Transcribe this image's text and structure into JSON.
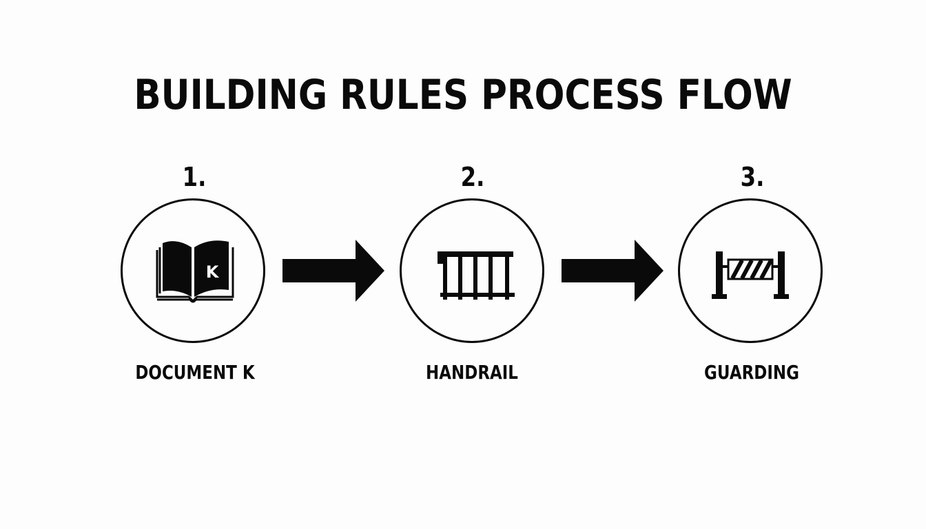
{
  "title": "BUILDING RULES PROCESS FLOW",
  "steps": [
    {
      "number": "1.",
      "label": "DOCUMENT K",
      "icon": "book-icon",
      "icon_letter": "K"
    },
    {
      "number": "2.",
      "label": "HANDRAIL",
      "icon": "handrail-icon"
    },
    {
      "number": "3.",
      "label": "GUARDING",
      "icon": "barrier-icon"
    }
  ],
  "colors": {
    "ink": "#0a0a0a",
    "background": "#fdfdfd"
  }
}
